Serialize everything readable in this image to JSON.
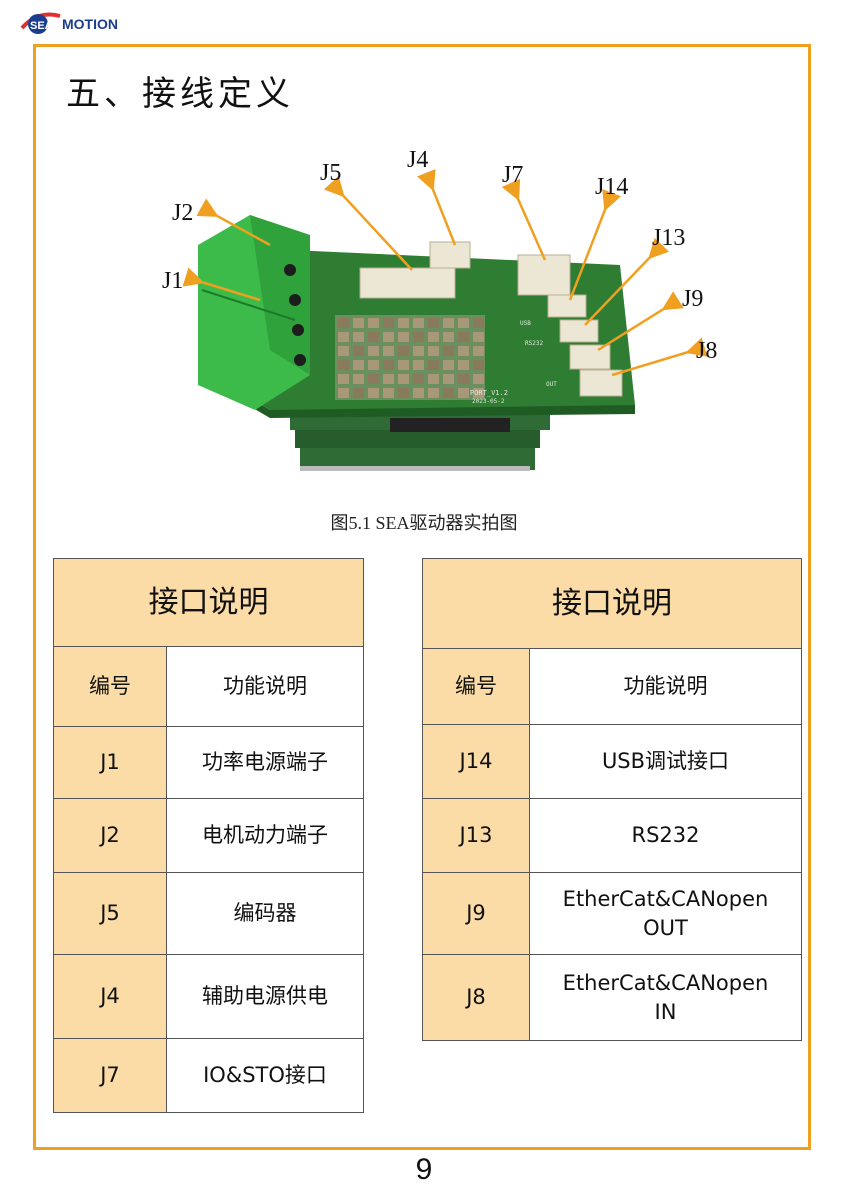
{
  "brand": {
    "logo_text": "SEA MOTION",
    "name_primary": "SEA",
    "name_secondary": "MOTION"
  },
  "heading": {
    "title": "五、接线定义"
  },
  "figure": {
    "caption": "图5.1 SEA驱动器实拍图",
    "labels": [
      "J5",
      "J4",
      "J7",
      "J14",
      "J2",
      "J13",
      "J1",
      "J9",
      "J8"
    ],
    "board_text": [
      "PORT_V1.2",
      "2023-05-2",
      "RS232",
      "OUT",
      "USB"
    ]
  },
  "left_table": {
    "header": "接口说明",
    "col_id": "编号",
    "col_desc": "功能说明",
    "rows": [
      {
        "id": "J1",
        "desc": "功率电源端子"
      },
      {
        "id": "J2",
        "desc": "电机动力端子"
      },
      {
        "id": "J5",
        "desc": "编码器"
      },
      {
        "id": "J4",
        "desc": "辅助电源供电"
      },
      {
        "id": "J7",
        "desc": "IO&STO接口"
      }
    ]
  },
  "right_table": {
    "header": "接口说明",
    "col_id": "编号",
    "col_desc": "功能说明",
    "rows": [
      {
        "id": "J14",
        "desc": "USB调试接口",
        "desc2": ""
      },
      {
        "id": "J13",
        "desc": "RS232",
        "desc2": ""
      },
      {
        "id": "J9",
        "desc": "EtherCat&CANopen",
        "desc2": "OUT"
      },
      {
        "id": "J8",
        "desc": "EtherCat&CANopen",
        "desc2": "IN"
      }
    ]
  },
  "page": {
    "number": "9"
  },
  "colors": {
    "frame": "#f0a020",
    "header_fill": "#fbdca6",
    "board": "#2e7d32",
    "terminal": "#3dbb4a",
    "arrow": "#f0a020",
    "brand_blue": "#1a3d8f",
    "brand_red": "#e03030"
  }
}
